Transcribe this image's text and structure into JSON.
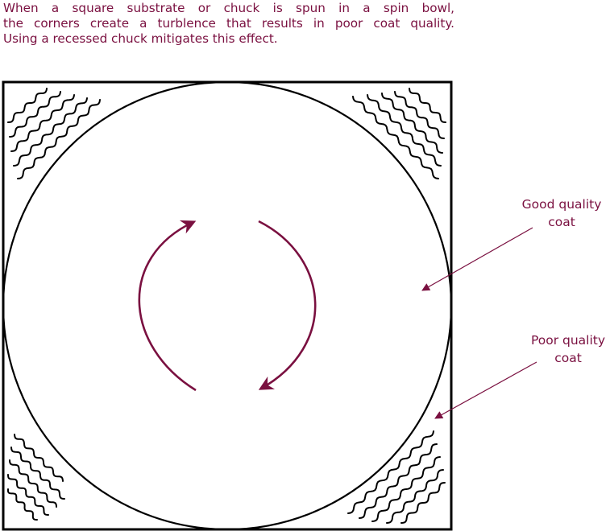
{
  "caption": {
    "line1": "When a square substrate or chuck is spun in a spin bowl,",
    "line2": "the corners create a turblence that results in poor coat quality.",
    "line3": "Using a recessed chuck mitigates this effect."
  },
  "labels": {
    "good": {
      "line1": "Good quality",
      "line2": "coat"
    },
    "poor": {
      "line1": "Poor quality",
      "line2": "coat"
    }
  },
  "colors": {
    "accent": "#7a1040",
    "outline": "#000000"
  }
}
